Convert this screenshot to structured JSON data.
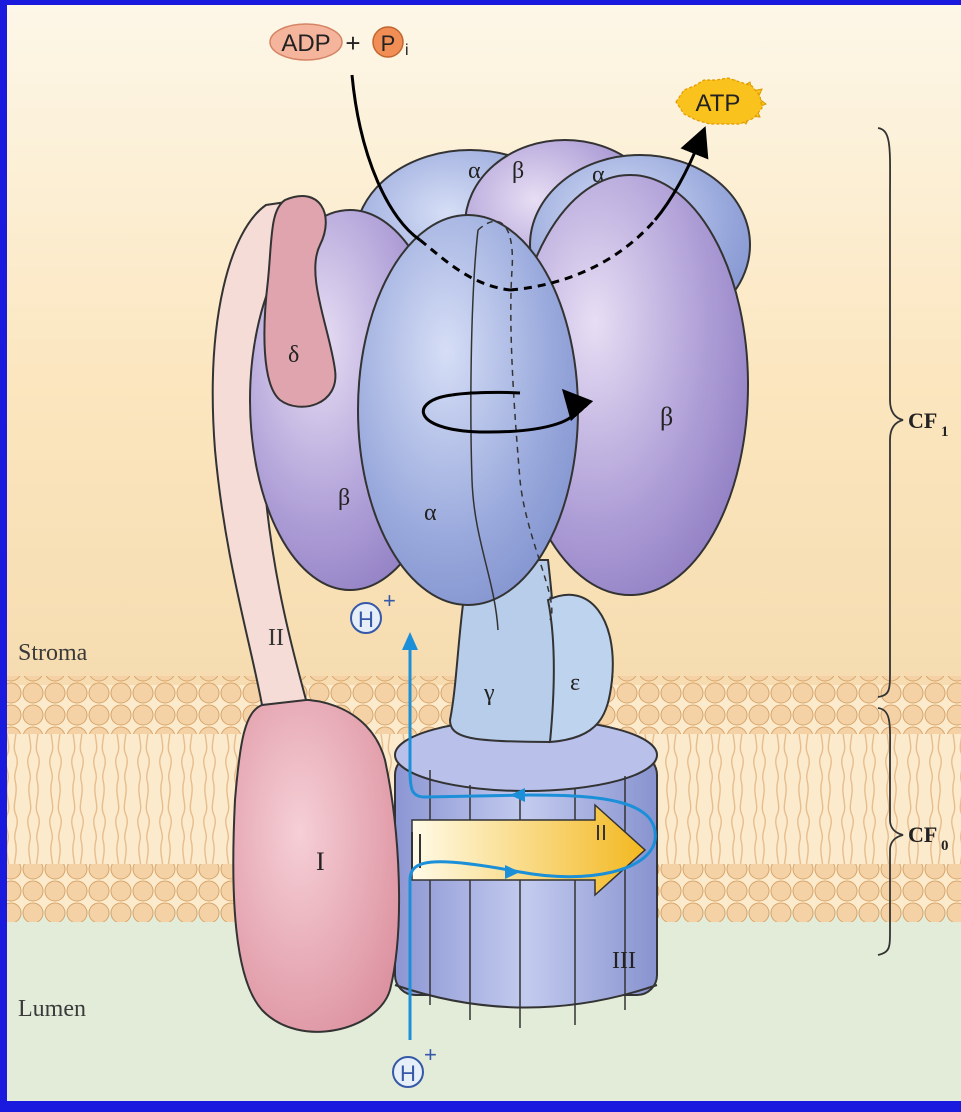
{
  "labels": {
    "adp": "ADP",
    "plus": "+",
    "phosphate": "P",
    "phosphate_sub": "i",
    "atp": "ATP",
    "stroma": "Stroma",
    "lumen": "Lumen",
    "proton_top": "H",
    "proton_bottom": "H",
    "proton_charge": "+",
    "cf1": "CF",
    "cf1_sub": "1",
    "cf0": "CF",
    "cf0_sub": "0"
  },
  "subunits": {
    "alpha_left_back": "α",
    "beta_back": "β",
    "alpha_right_back": "α",
    "delta": "δ",
    "beta_left": "β",
    "alpha_front": "α",
    "beta_right": "β",
    "gamma": "γ",
    "epsilon": "ε",
    "stalk_II": "II",
    "subunit_I": "I",
    "ring_III": "III"
  },
  "colors": {
    "frame": "#1a1adf",
    "stroma_bg": "#fbeccd",
    "lumen_bg": "#e3ecd8",
    "lipid": "#f3cfa6",
    "alpha": "#9fb0de",
    "beta": "#a99bd2",
    "delta": "#de9fa9",
    "gamma": "#b6cde9",
    "ring": "#9fa9dc",
    "subunit_I": "#e7a5b0",
    "proton_path": "#1b8fd8",
    "atp_burst": "#f9c21d"
  }
}
